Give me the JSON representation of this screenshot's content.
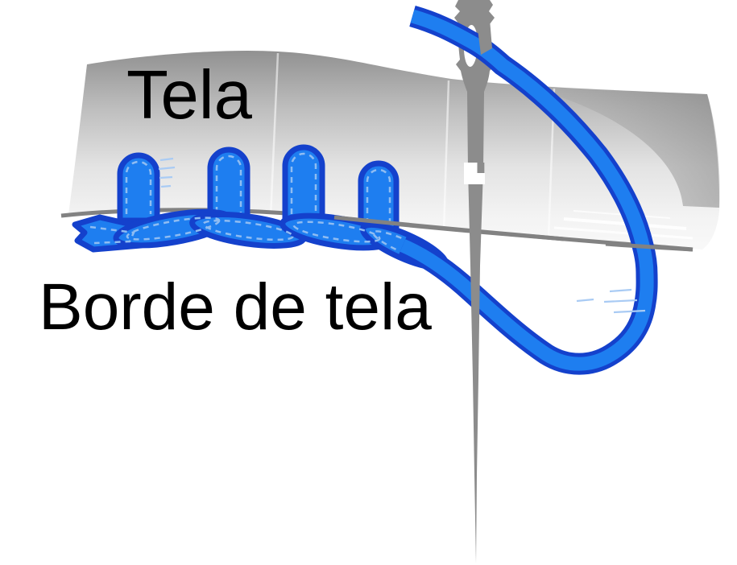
{
  "diagram": {
    "type": "blanket-stitch-sewing-diagram",
    "labels": {
      "fabric": "Tela",
      "fabric_edge": "Borde de tela"
    },
    "colors": {
      "thread_fill": "#1E7EF0",
      "thread_outline": "#1441CC",
      "thread_highlight": "#8FBCF2",
      "thread_hatch": "#A9CBF4",
      "needle": "#8C8C8C",
      "edge_line": "#828282",
      "fabric_top": "#8F8F8F",
      "fabric_bottom": "#F8F8F8",
      "label_text": "#000000",
      "background": "#FFFFFF"
    }
  }
}
